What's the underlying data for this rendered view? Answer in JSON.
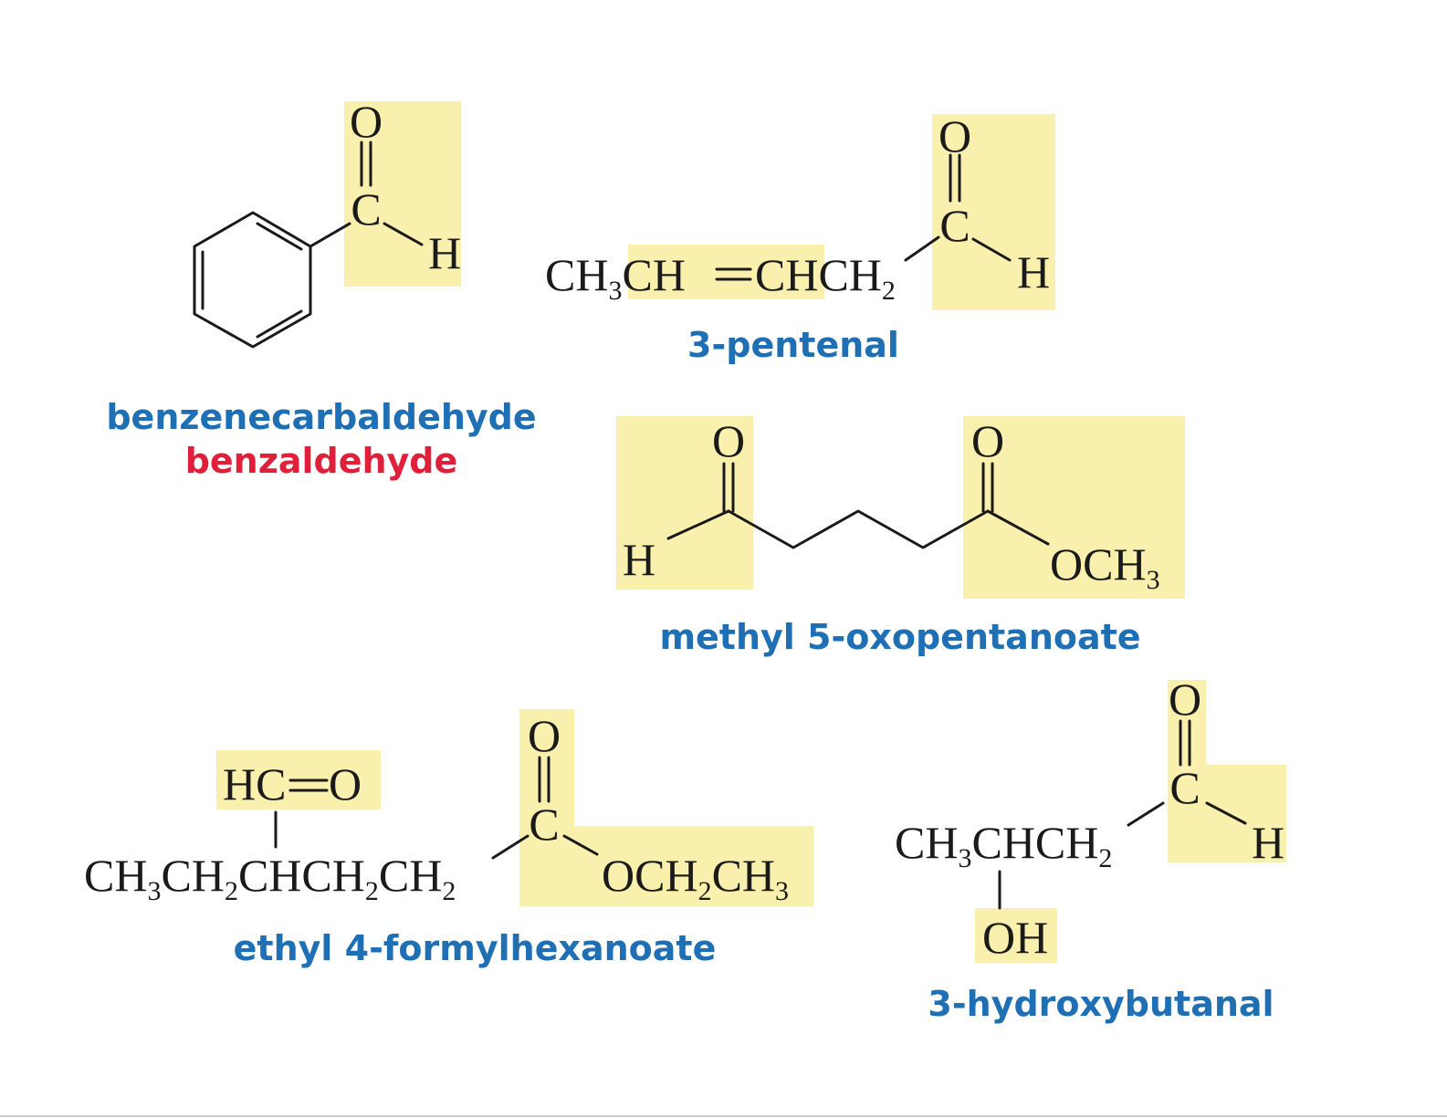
{
  "colors": {
    "highlight": "#faf0ad",
    "iupac_name": "#1f6fb5",
    "common_name": "#e0203a",
    "ink": "#1a1a1a"
  },
  "atoms": {
    "O": "O",
    "C": "C",
    "H": "H",
    "OH": "OH",
    "HC": "HC",
    "OCH": "OCH",
    "CH": "CH",
    "sub2": "2",
    "sub3": "3"
  },
  "benzaldehyde": {
    "iupac_name": "benzenecarbaldehyde",
    "common_name": "benzaldehyde"
  },
  "pentenal": {
    "name": "3-pentenal",
    "chain_part1": "CH",
    "chain_part2": "CH",
    "chain_part3": "CHCH"
  },
  "oxopentanoate": {
    "name": "methyl 5-oxopentanoate",
    "ester": "OCH"
  },
  "formylhexanoate": {
    "name": "ethyl 4-formylhexanoate",
    "formyl": "HC",
    "chain_a": "CH",
    "chain_b": "CH",
    "chain_c": "CHCH",
    "chain_d": "CH",
    "ester_a": "OCH",
    "ester_b": "CH"
  },
  "hydroxybutanal": {
    "name": "3-hydroxybutanal",
    "chain_a": "CH",
    "chain_b": "CHCH",
    "hydroxyl": "OH"
  }
}
